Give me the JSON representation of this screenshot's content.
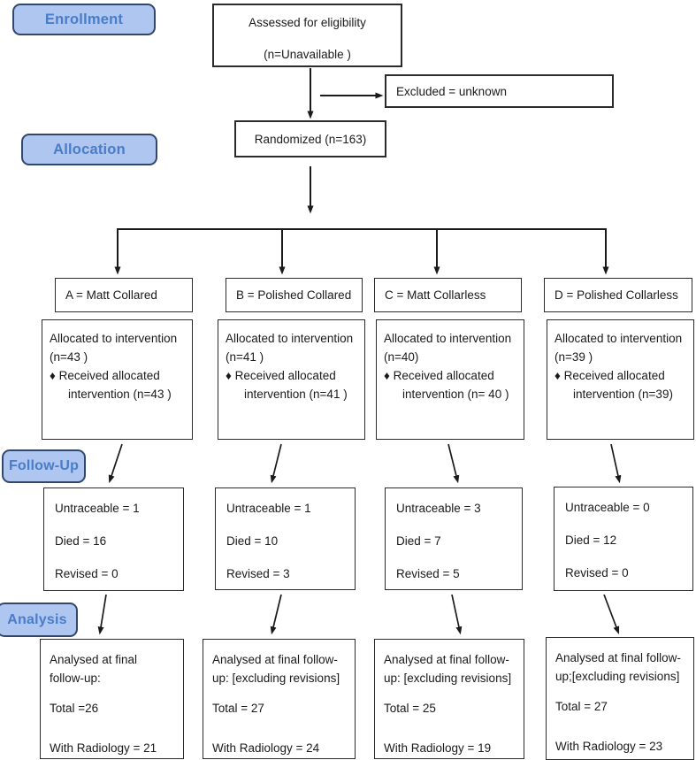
{
  "stages": {
    "enrollment": "Enrollment",
    "allocation": "Allocation",
    "followup": "Follow-Up",
    "analysis": "Analysis"
  },
  "top": {
    "assessed_line1": "Assessed for eligibility",
    "assessed_line2": "(n=Unavailable  )",
    "excluded": "Excluded = unknown",
    "randomized": "Randomized (n=163)"
  },
  "arms": [
    {
      "label": "A = Matt Collared",
      "allocation": [
        "Allocated to intervention",
        "(n=43 )",
        "♦ Received allocated",
        "intervention (n=43  )"
      ],
      "followup": [
        "Untraceable = 1",
        "Died = 16",
        "Revised = 0"
      ],
      "analysis": {
        "title_line1": "Analysed at final",
        "title_line2": "follow-up:",
        "total": "Total =26",
        "radiology": "With Radiology = 21"
      }
    },
    {
      "label": "B = Polished Collared",
      "allocation": [
        "Allocated to intervention",
        "(n=41 )",
        "♦ Received allocated",
        "intervention (n=41  )"
      ],
      "followup": [
        "Untraceable = 1",
        "Died = 10",
        "Revised = 3"
      ],
      "analysis": {
        "title_line1": "Analysed at final follow-",
        "title_line2": "up: [excluding revisions]",
        "total": "Total = 27",
        "radiology": "With Radiology = 24"
      }
    },
    {
      "label": "C = Matt Collarless",
      "allocation": [
        "Allocated to intervention",
        "(n=40)",
        "♦ Received allocated",
        "intervention (n= 40 )"
      ],
      "followup": [
        "Untraceable = 3",
        "Died = 7",
        "Revised = 5"
      ],
      "analysis": {
        "title_line1": "Analysed at final follow-",
        "title_line2": "up: [excluding revisions]",
        "total": "Total = 25",
        "radiology": "With Radiology = 19"
      }
    },
    {
      "label": "D = Polished Collarless",
      "allocation": [
        "Allocated to intervention",
        "(n=39 )",
        "♦ Received allocated",
        "intervention (n=39)"
      ],
      "followup": [
        "Untraceable = 0",
        "Died = 12",
        "Revised = 0"
      ],
      "analysis": {
        "title_line1": "Analysed at final follow-",
        "title_line2": "up;[excluding revisions]",
        "total": "Total = 27",
        "radiology": "With Radiology = 23"
      }
    }
  ],
  "colors": {
    "label_fill": "#aec6f0",
    "label_border": "#33466b",
    "label_text": "#4a7cc7",
    "box_border": "#2b2b2b",
    "arrow": "#1a1a1a",
    "background": "#ffffff"
  }
}
